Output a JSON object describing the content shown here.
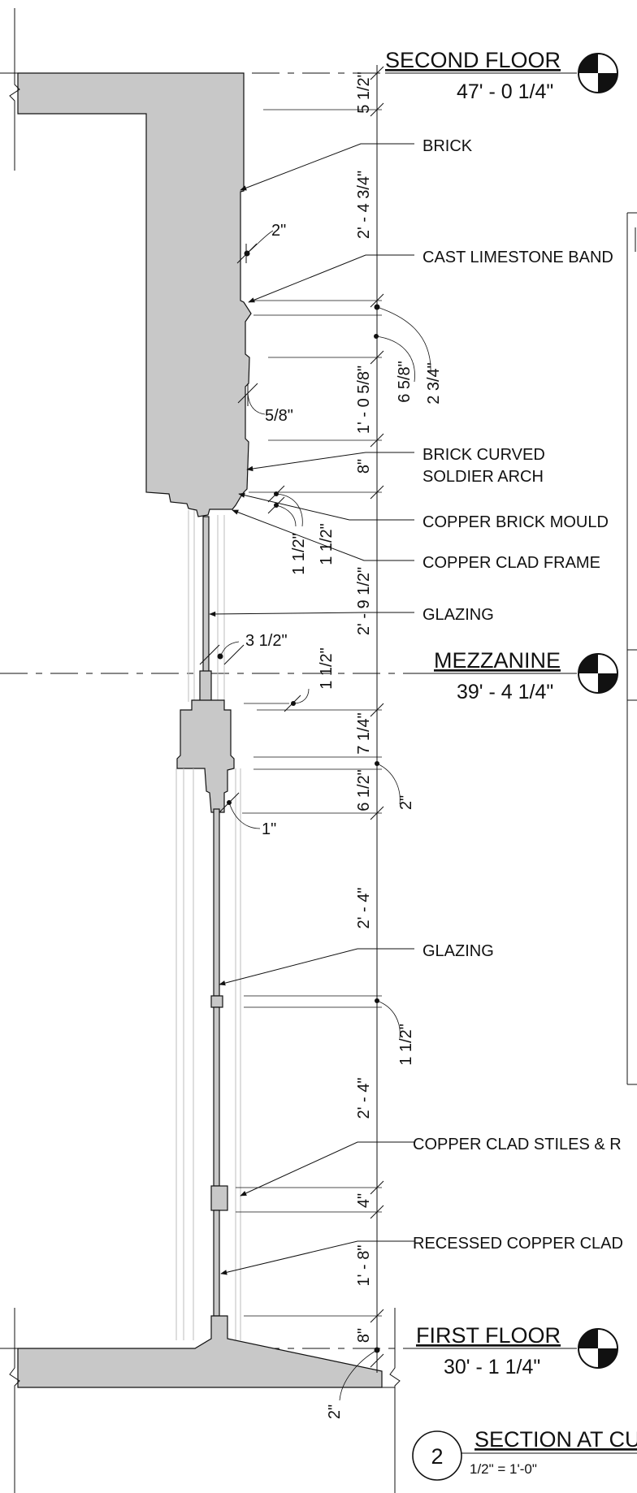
{
  "levels": {
    "second_floor": {
      "name": "SECOND FLOOR",
      "elevation": "47' - 0 1/4\""
    },
    "mezzanine": {
      "name": "MEZZANINE",
      "elevation": "39' - 4 1/4\""
    },
    "first_floor": {
      "name": "FIRST FLOOR",
      "elevation": "30' - 1 1/4\""
    }
  },
  "callouts": {
    "brick": "BRICK",
    "limestone": "CAST LIMESTONE BAND",
    "arch_line1": "BRICK CURVED",
    "arch_line2": "SOLDIER ARCH",
    "mould": "COPPER BRICK MOULD",
    "frame": "COPPER CLAD FRAME",
    "glazing_upper": "GLAZING",
    "glazing_lower": "GLAZING",
    "stiles": "COPPER CLAD STILES & R",
    "recessed": "RECESSED COPPER CLAD"
  },
  "dimensions": {
    "d_5_half": "5 1/2\"",
    "d_2_4_3q": "2' - 4 3/4\"",
    "d_1_0_5_8": "1' - 0 5/8\"",
    "d_6_5_8": "6 5/8\"",
    "d_2_3q": "2 3/4\"",
    "d_8_upper": "8\"",
    "d_1_half_a": "1 1/2\"",
    "d_1_half_b": "1 1/2\"",
    "d_2_9_half": "2' - 9 1/2\"",
    "d_1_half_c": "1 1/2\"",
    "d_7_quarter": "7 1/4\"",
    "d_6_half": "6 1/2\"",
    "d_2_right": "2\"",
    "d_2_4_a": "2' - 4\"",
    "d_1_half_d": "1 1/2\"",
    "d_2_4_b": "2' - 4\"",
    "d_4": "4\"",
    "d_1_8": "1' - 8\"",
    "d_8_lower": "8\"",
    "d_2_bottom": "2\"",
    "tag_2_top": "2\"",
    "tag_5_8": "5/8\"",
    "tag_3_half": "3 1/2\"",
    "tag_1": "1\""
  },
  "section_title": {
    "number": "2",
    "title": "SECTION AT CU",
    "scale": "1/2\" = 1'-0\""
  },
  "colors": {
    "solid_fill": "#c8c8c8",
    "line": "#111111",
    "faint_line": "#bdbdbd"
  }
}
